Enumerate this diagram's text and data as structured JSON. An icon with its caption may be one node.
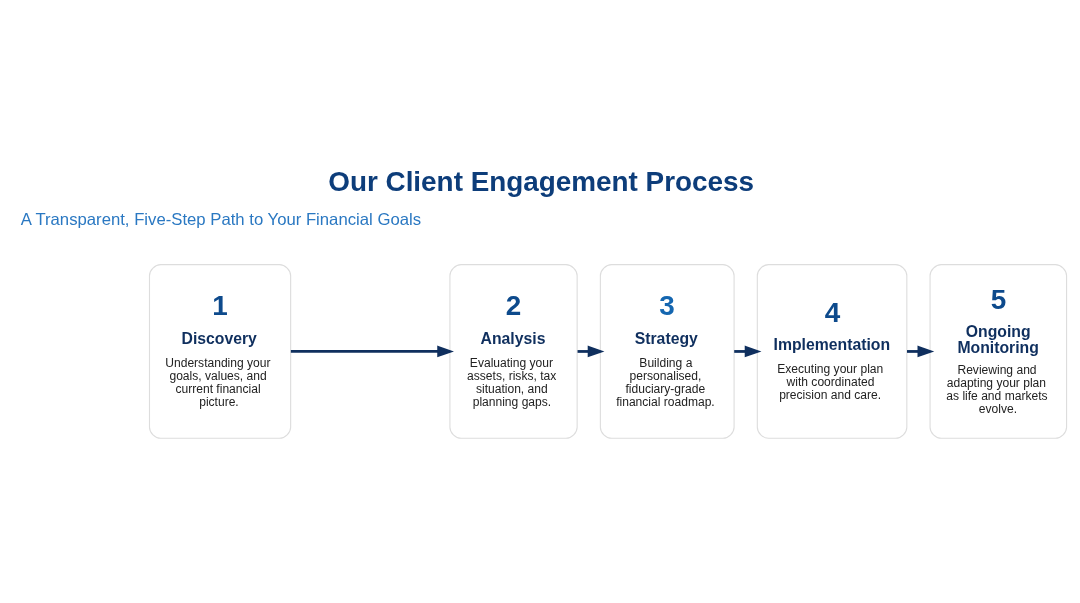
{
  "diagram": {
    "title": "Our Client Engagement Process",
    "nodes": [
      {
        "text": [
          "1",
          "Discovery",
          "Understanding your goals, values, and current financial picture."
        ]
      },
      {
        "text": [
          "2",
          "Analysis",
          "Evaluating your assets, risks, tax situation, and planning gaps."
        ]
      },
      {
        "text": [
          "3",
          "Strategy",
          "Building a personalised, fiduciary-grade financial roadmap."
        ]
      },
      {
        "text": [
          "4",
          "Implementation",
          "Executing your plan with coordinated precision and care."
        ]
      },
      {
        "text": [
          "5",
          "Ongoing Monitoring",
          "Reviewing and adapting your plan as life and markets evolve."
        ]
      }
    ],
    "edges": [
      {
        "from": 0,
        "to": 1,
        "arrow": "to"
      },
      {
        "from": 1,
        "to": 2,
        "arrow": "to"
      },
      {
        "from": 2,
        "to": 3,
        "arrow": "to"
      },
      {
        "from": 3,
        "to": 4,
        "arrow": "to"
      }
    ],
    "labels": [
      "A Transparent, Five-Step Path to Your Financial Goals"
    ]
  }
}
